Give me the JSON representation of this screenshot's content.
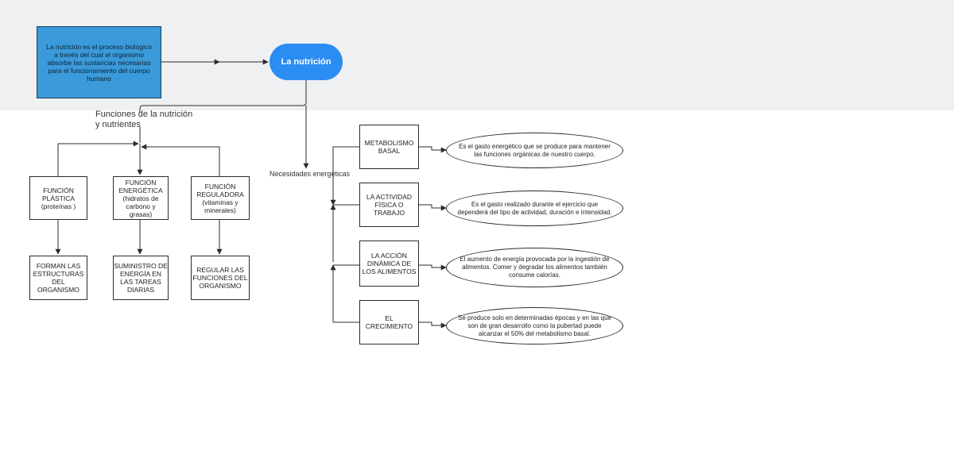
{
  "intro_text": "La nutrición es el proceso biológico a través del cual el organismo absorbe las sustancias necesarias para el funcionamiento del cuerpo humano",
  "central_node": "La nutrición",
  "left_branch": {
    "label": "Funciones de la nutrición\ny nutrientes",
    "functions": [
      {
        "title": "FUNCIÓN\nPLÁSTICA\n(proteínas )",
        "result": "FORMAN LAS\nESTRUCTURAS\nDEL\nORGANISMO"
      },
      {
        "title": "FUNCIÓN\nENERGÉTICA\n(hidratos de\ncarbono y\ngrasas)",
        "result": "SUMINISTRO DE\nENERGÍA EN\nLAS TAREAS\nDIARIAS"
      },
      {
        "title": "FUNCIÓN\nREGULADORA\n(vitaminas y\nminerales)",
        "result": "REGULAR LAS\nFUNCIONES DEL\nORGANISMO"
      }
    ]
  },
  "right_branch": {
    "label": "Necesidades energéticas",
    "needs": [
      {
        "title": "METABOLISMO\nBASAL",
        "description": "Es el gasto energético que se produce para mantener las funciones orgánicas de nuestro cuerpo."
      },
      {
        "title": "LA ACTIVIDAD\nFÍSICA O\nTRABAJO",
        "description": "Es el gasto realizado durante el ejercicio que dependerá del tipo de actividad, duración e intensidad."
      },
      {
        "title": "LA ACCIÓN\nDINÁMICA DE\nLOS ALIMENTOS",
        "description": "El aumento de energía provocada por la ingestión de alimentos. Comer y degradar los alimentos también consume calorías."
      },
      {
        "title": "EL\nCRECIMIENTO",
        "description": "Se produce solo en determinadas épocas y en las que son de gran desarrollo como la pubertad puede alcanzar el 50% del metabolismo basal."
      }
    ]
  },
  "colors": {
    "intro_fill": "#3b9ad9",
    "central_fill": "#2b8cf2",
    "band": "#eff0f2",
    "line": "#2b2b2b"
  }
}
